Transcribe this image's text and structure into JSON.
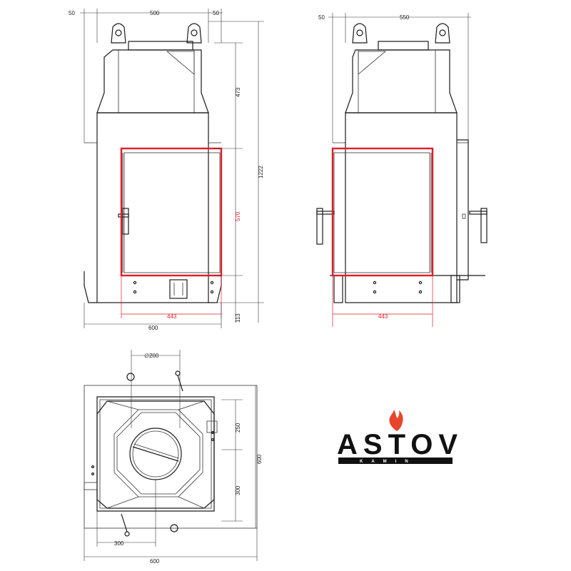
{
  "front_view": {
    "dims": {
      "left_margin": "50",
      "top_width": "500",
      "right_margin": "50",
      "top_height": "473",
      "total_height": "1222",
      "window_height": "570",
      "window_width": "443",
      "base_height": "113",
      "total_width": "600"
    }
  },
  "side_view": {
    "dims": {
      "left_margin": "50",
      "top_width": "550",
      "window_width": "443"
    }
  },
  "top_view": {
    "dims": {
      "flue_diameter": "∅200",
      "front_depth": "250",
      "rear_depth": "300",
      "total_depth": "600",
      "offset": "300",
      "total_width": "600"
    }
  },
  "logo": {
    "brand": "ASTOV",
    "tagline": "KAMIN",
    "colors": {
      "flame": "#e8452c",
      "text": "#111111"
    }
  },
  "colors": {
    "outline": "#1a1a1a",
    "highlight": "#e01e2a"
  }
}
